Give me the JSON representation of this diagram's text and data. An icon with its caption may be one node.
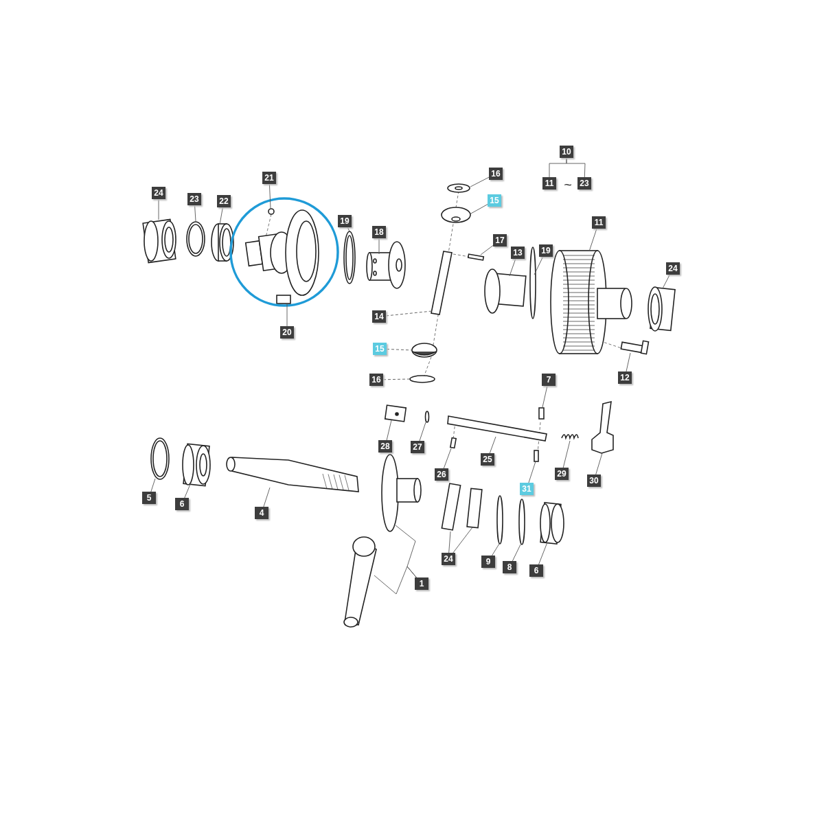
{
  "diagram": {
    "nodes": [
      {
        "text": [
          "10"
        ]
      },
      {
        "text": [
          "11"
        ]
      },
      {
        "text": [
          "23"
        ]
      },
      {
        "text": [
          "16"
        ]
      },
      {
        "text": [
          "24"
        ]
      },
      {
        "text": [
          "23"
        ]
      },
      {
        "text": [
          "22"
        ]
      },
      {
        "text": [
          "21"
        ]
      },
      {
        "text": [
          "15"
        ]
      },
      {
        "text": [
          "19"
        ]
      },
      {
        "text": [
          "11"
        ]
      },
      {
        "text": [
          "18"
        ]
      },
      {
        "text": [
          "17"
        ]
      },
      {
        "text": [
          "13"
        ]
      },
      {
        "text": [
          "19"
        ]
      },
      {
        "text": [
          "24"
        ]
      },
      {
        "text": [
          "14"
        ]
      },
      {
        "text": [
          "20"
        ]
      },
      {
        "text": [
          "15"
        ]
      },
      {
        "text": [
          "12"
        ]
      },
      {
        "text": [
          "16"
        ]
      },
      {
        "text": [
          "7"
        ]
      },
      {
        "text": [
          "28"
        ]
      },
      {
        "text": [
          "27"
        ]
      },
      {
        "text": [
          "25"
        ]
      },
      {
        "text": [
          "26"
        ]
      },
      {
        "text": [
          "29"
        ]
      },
      {
        "text": [
          "30"
        ]
      },
      {
        "text": [
          "31"
        ]
      },
      {
        "text": [
          "5"
        ]
      },
      {
        "text": [
          "6"
        ]
      },
      {
        "text": [
          "4"
        ]
      },
      {
        "text": [
          "24"
        ]
      },
      {
        "text": [
          "9"
        ]
      },
      {
        "text": [
          "8"
        ]
      },
      {
        "text": [
          "6"
        ]
      },
      {
        "text": [
          "1"
        ]
      }
    ],
    "edges": [
      {
        "from": 0,
        "to": 1,
        "arrow": "none"
      },
      {
        "from": 0,
        "to": 2,
        "arrow": "none"
      },
      {
        "from": 3,
        "to": null,
        "arrow": "none"
      },
      {
        "from": 4,
        "to": null,
        "arrow": "none"
      },
      {
        "from": 5,
        "to": null,
        "arrow": "none"
      },
      {
        "from": 6,
        "to": null,
        "arrow": "none"
      },
      {
        "from": 7,
        "to": null,
        "arrow": "none"
      },
      {
        "from": 8,
        "to": null,
        "arrow": "none"
      },
      {
        "from": 9,
        "to": null,
        "arrow": "none"
      },
      {
        "from": 10,
        "to": null,
        "arrow": "none"
      },
      {
        "from": 11,
        "to": null,
        "arrow": "none"
      },
      {
        "from": 12,
        "to": null,
        "arrow": "none"
      },
      {
        "from": 13,
        "to": null,
        "arrow": "none"
      },
      {
        "from": 14,
        "to": null,
        "arrow": "none"
      },
      {
        "from": 15,
        "to": null,
        "arrow": "none"
      },
      {
        "from": 16,
        "to": null,
        "arrow": "none",
        "style": "dashed"
      },
      {
        "from": 17,
        "to": null,
        "arrow": "none"
      },
      {
        "from": 18,
        "to": null,
        "arrow": "none",
        "style": "dashed"
      },
      {
        "from": 19,
        "to": null,
        "arrow": "none"
      },
      {
        "from": 20,
        "to": null,
        "arrow": "none",
        "style": "dashed"
      },
      {
        "from": 21,
        "to": null,
        "arrow": "none"
      },
      {
        "from": 22,
        "to": null,
        "arrow": "none"
      },
      {
        "from": 23,
        "to": null,
        "arrow": "none"
      },
      {
        "from": 24,
        "to": null,
        "arrow": "none"
      },
      {
        "from": 25,
        "to": null,
        "arrow": "none"
      },
      {
        "from": 26,
        "to": null,
        "arrow": "none"
      },
      {
        "from": 27,
        "to": null,
        "arrow": "none"
      },
      {
        "from": 28,
        "to": null,
        "arrow": "none"
      },
      {
        "from": 29,
        "to": null,
        "arrow": "none"
      },
      {
        "from": 30,
        "to": null,
        "arrow": "none"
      },
      {
        "from": 31,
        "to": null,
        "arrow": "none"
      },
      {
        "from": 32,
        "to": null,
        "arrow": "none"
      },
      {
        "from": 32,
        "to": null,
        "arrow": "none"
      },
      {
        "from": 33,
        "to": null,
        "arrow": "none"
      },
      {
        "from": 34,
        "to": null,
        "arrow": "none"
      },
      {
        "from": 35,
        "to": null,
        "arrow": "none"
      },
      {
        "from": 36,
        "to": null,
        "arrow": "none"
      },
      {
        "from": 36,
        "to": null,
        "arrow": "none"
      }
    ],
    "labels": [
      "~"
    ]
  }
}
